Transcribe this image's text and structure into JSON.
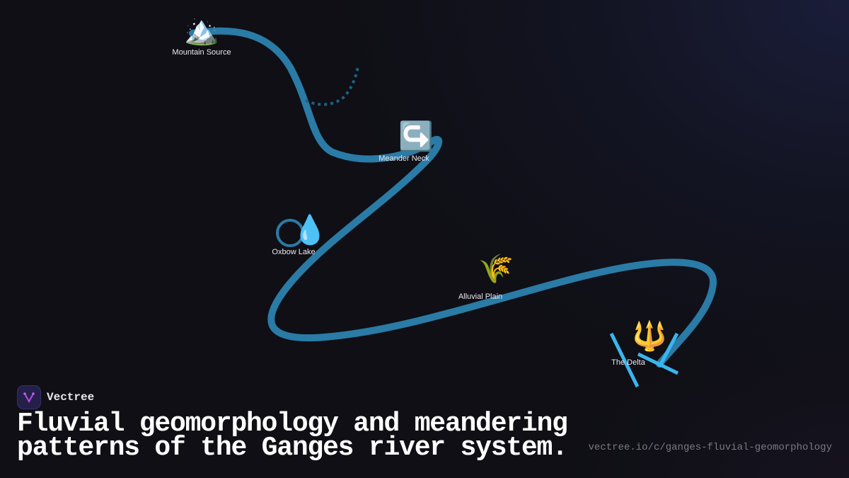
{
  "diagram": {
    "type": "river-path",
    "river_color": "#2a7ba6",
    "oxbow_dotted_color": "#1e5f82",
    "delta_color": "#3bb5ee",
    "nodes": [
      {
        "id": "mountain-source",
        "label": "Mountain Source",
        "icon": "🏔️",
        "icon_name": "snow-mountain-icon"
      },
      {
        "id": "meander-neck",
        "label": "Meander Neck",
        "icon": "↪️",
        "icon_name": "right-hook-arrow-icon"
      },
      {
        "id": "oxbow-lake",
        "label": "Oxbow Lake",
        "icon": "💧",
        "icon_name": "droplet-icon"
      },
      {
        "id": "alluvial-plain",
        "label": "Alluvial Plain",
        "icon": "🌾",
        "icon_name": "rice-sheaf-icon"
      },
      {
        "id": "the-delta",
        "label": "The Delta",
        "icon": "🔱",
        "icon_name": "trident-icon"
      }
    ]
  },
  "brand": {
    "name": "Vectree",
    "accent": "#b44be0"
  },
  "caption": {
    "title": "Fluvial geomorphology and meandering patterns of the Ganges river system.",
    "url": "vectree.io/c/ganges-fluvial-geomorphology"
  }
}
